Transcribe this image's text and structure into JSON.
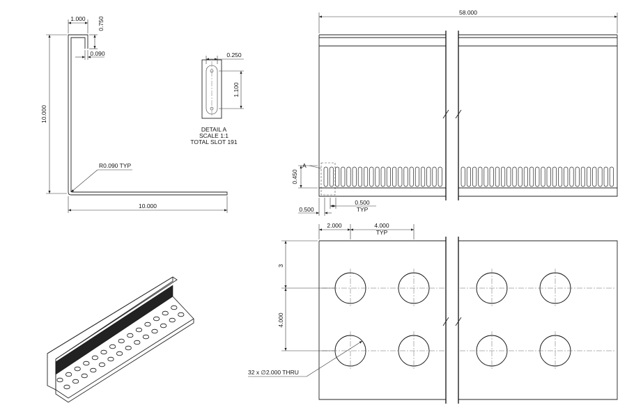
{
  "profile": {
    "top_width": "1.000",
    "lip_height": "0.750",
    "thickness": "0.090",
    "height": "10.000",
    "width": "10.000",
    "radius_note": "R0.090 TYP"
  },
  "detail_a": {
    "slot_width": "0.250",
    "slot_length": "1.100",
    "title_line1": "DETAIL A",
    "title_line2": "SCALE 1:1",
    "title_line3": "TOTAL SLOT 191"
  },
  "top_view": {
    "overall_length": "58.000",
    "slot_depth": "0.450",
    "slot_offset": "0.500",
    "slot_pitch": "0.500",
    "pitch_note": "TYP",
    "detail_callout": "A"
  },
  "bottom_view": {
    "first_hole": "2.000",
    "hole_pitch": "4.000",
    "pitch_note": "TYP",
    "edge_offset": "3",
    "row_spacing": "4.000",
    "hole_note": "32 x ∅2.000 THRU"
  }
}
